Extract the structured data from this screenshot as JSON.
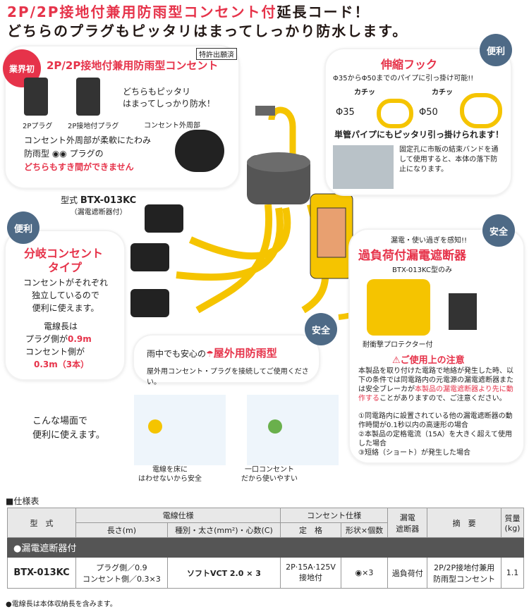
{
  "header": {
    "line1_red": "2P/2P接地付兼用防雨型コンセント付",
    "line1_black": "延長コード！",
    "line2": "どちらのプラグもピッタリはまってしっかり防水します。"
  },
  "callout_patent": {
    "tag": "業界初",
    "patent": "特許出願済",
    "title": "2P/2P接地付兼用防雨型コンセント",
    "plug_2p": "2Pプラグ",
    "plug_ground": "2P接地付プラグ",
    "fit_text": "どちらもピッタリ\nはまってしっかり防水！",
    "outer_label": "コンセント外周部",
    "desc1": "コンセント外周部が柔軟にたわみ",
    "desc2": "防雨型",
    "desc3": "プラグの",
    "desc4": "どちらもすき間ができません"
  },
  "model": {
    "label": "型式",
    "code": "BTX-013KC",
    "sub": "（漏電遮断器付）"
  },
  "callout_hook": {
    "badge": "便利",
    "title": "伸縮フック",
    "sub": "Φ35からΦ50までのパイプに引っ掛け可能!!",
    "click1": "カチッ",
    "click2": "カチッ",
    "d35": "Φ35",
    "d50": "Φ50",
    "single_pipe": "単管パイプにもピッタリ引っ掛けられます！",
    "note": "固定孔に市販の結束バンドを通して使用すると、本体の落下防止になります。"
  },
  "callout_branch": {
    "badge": "便利",
    "title1": "分岐コンセント",
    "title2": "タイプ",
    "desc": "コンセントがそれぞれ\n独立しているので\n便利に使えます。",
    "len_label": "電線長は",
    "plug_side": "プラグ側が",
    "plug_val": "0.9m",
    "outlet_side": "コンセント側が",
    "outlet_val": "0.3m（3本）"
  },
  "callout_breaker": {
    "badge": "安全",
    "sub": "漏電・使い過ぎを感知!!",
    "title": "過負荷付漏電遮断器",
    "model_only": "BTX-013KC型のみ",
    "protector": "耐衝撃プロテクター付",
    "caution_title": "ご使用上の注意",
    "caution_text1": "本製品を取り付けた電路で地絡が発生した時、以下の条件では同電路内の元電源の漏電遮断器または安全ブレーカが",
    "caution_red": "本製品の漏電遮断器より先に動作する",
    "caution_text2": "ことがありますので、ご注意ください。",
    "items": [
      "①同電路内に設置されている他の漏電遮断器の動作時間が0.1秒以内の高速形の場合",
      "②本製品の定格電流（15A）を大きく超えて使用した場合",
      "③短絡（ショート）が発生した場合"
    ]
  },
  "callout_rain": {
    "badge": "安全",
    "lead": "雨中でも安心の",
    "title": "屋外用防雨型",
    "desc": "屋外用コンセント・プラグを接続してご使用ください。"
  },
  "scenes": {
    "intro": "こんな場面で\n便利に使えます。",
    "cap1": "電線を床に\nはわせないから安全",
    "cap2": "一口コンセント\nだから使いやすい"
  },
  "spec": {
    "section": "■仕様表",
    "h_model": "型　式",
    "h_wire": "電線仕様",
    "h_length": "長さ(m)",
    "h_type": "種別・太さ(mm²)・心数(C)",
    "h_outlet": "コンセント仕様",
    "h_rating": "定　格",
    "h_shape": "形状×個数",
    "h_breaker": "漏電\n遮断器",
    "h_summary": "摘　要",
    "h_weight": "質量\n(kg)",
    "group": "●漏電遮断器付",
    "row": {
      "model": "BTX-013KC",
      "len1": "プラグ側／0.9",
      "len2": "コンセント側／0.3×3",
      "type": "ソフトVCT 2.0 × 3",
      "rating": "2P·15A·125V\n接地付",
      "shape": "×3",
      "breaker": "過負荷付",
      "summary": "2P/2P接地付兼用\n防雨型コンセント",
      "weight": "1.1"
    },
    "footnote": "●電線長は本体収納長を含みます。"
  }
}
